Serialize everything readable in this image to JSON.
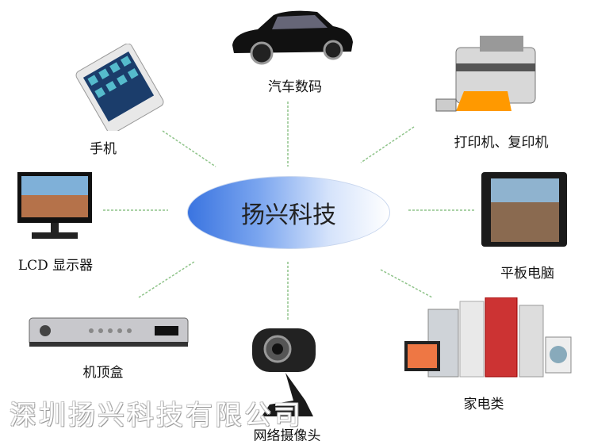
{
  "center": {
    "label": "扬兴科技",
    "gradient_start": "#3a74e0",
    "gradient_end": "#ffffff"
  },
  "connector_color": "#8fc48a",
  "nodes": {
    "car": {
      "label": "汽车数码",
      "icon": "car-icon"
    },
    "phone": {
      "label": "手机",
      "icon": "smartphone-icon"
    },
    "printer": {
      "label": "打印机、复印机",
      "icon": "printer-icon"
    },
    "lcd": {
      "label": "LCD 显示器",
      "icon": "monitor-icon"
    },
    "tablet": {
      "label": "平板电脑",
      "icon": "tablet-icon"
    },
    "stb": {
      "label": "机顶盒",
      "icon": "set-top-box-icon"
    },
    "webcam": {
      "label": "网络摄像头",
      "icon": "webcam-icon"
    },
    "appliances": {
      "label": "家电类",
      "icon": "home-appliances-icon"
    }
  },
  "watermark": "深圳扬兴科技有限公司"
}
